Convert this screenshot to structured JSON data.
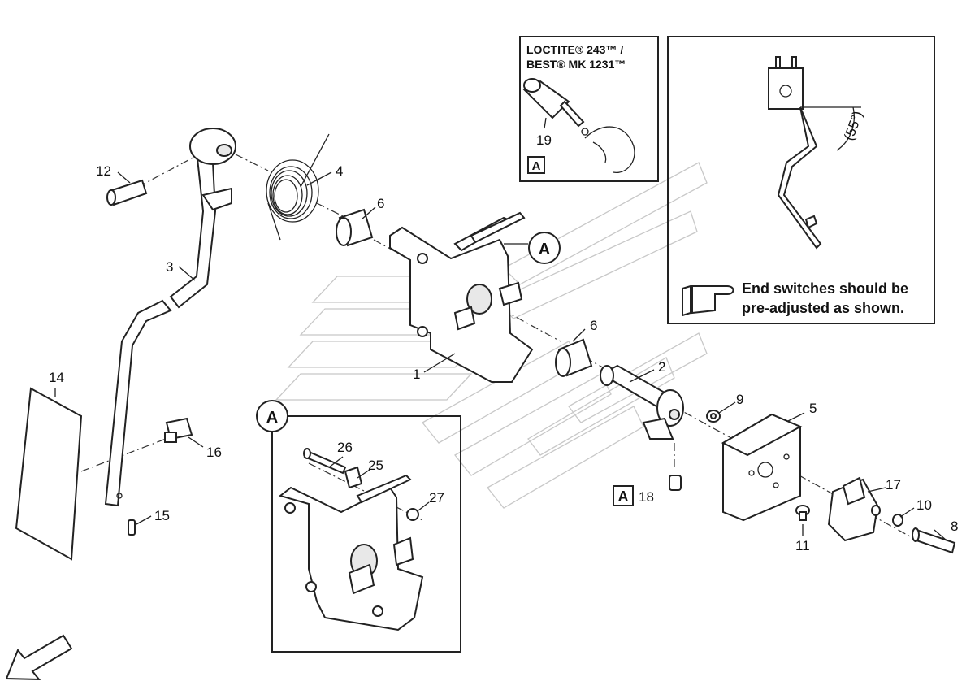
{
  "callouts": {
    "c1": "1",
    "c2": "2",
    "c3": "3",
    "c4": "4",
    "c5": "5",
    "c6a": "6",
    "c6b": "6",
    "c8": "8",
    "c9": "9",
    "c10": "10",
    "c11": "11",
    "c12": "12",
    "c14": "14",
    "c15": "15",
    "c16": "16",
    "c17": "17",
    "c18": "18",
    "c19": "19",
    "c25": "25",
    "c26": "26",
    "c27": "27"
  },
  "detail_marker": "A",
  "loctite": {
    "line1": "LOCTITE® 243™ /",
    "line2": "BEST® MK 1231™",
    "ref": "19",
    "marker": "A"
  },
  "note": {
    "angle": "(55°)",
    "line1": "End switches should be",
    "line2": "pre-adjusted as shown."
  },
  "ref18_marker": "A"
}
